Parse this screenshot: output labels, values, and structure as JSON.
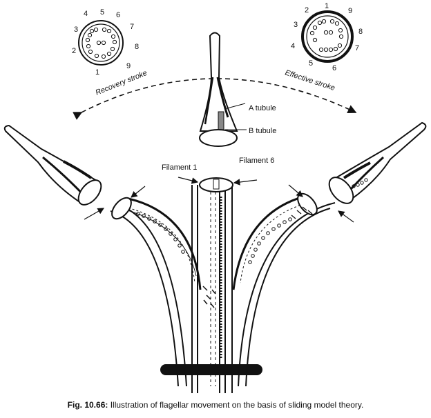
{
  "cross_section_left": {
    "numbers": [
      "1",
      "2",
      "3",
      "4",
      "5",
      "6",
      "7",
      "8",
      "9"
    ]
  },
  "cross_section_right": {
    "numbers": [
      "1",
      "2",
      "3",
      "4",
      "5",
      "6",
      "7",
      "8",
      "9"
    ]
  },
  "labels": {
    "recovery_stroke": "Recovery stroke",
    "effective_stroke": "Effective stroke",
    "a_tubule": "A tubule",
    "b_tubule": "B tubule",
    "filament_1": "Filament 1",
    "filament_6": "Filament 6"
  },
  "caption": {
    "figure_number": "Fig. 10.66:",
    "text": " Illustration of flagellar movement on the basis of sliding model theory."
  }
}
